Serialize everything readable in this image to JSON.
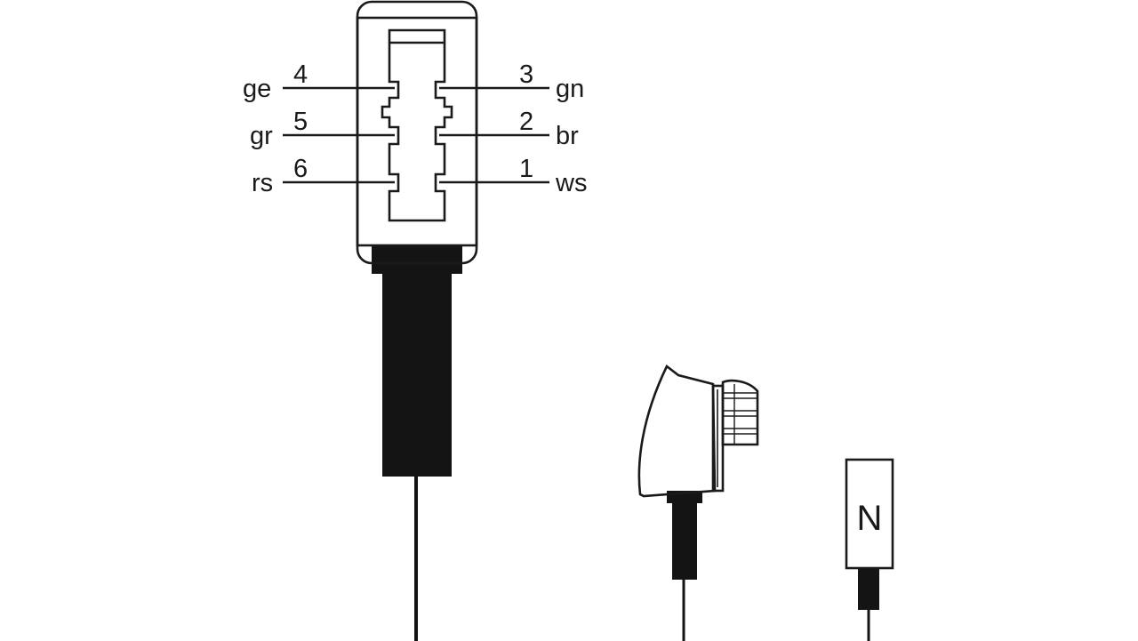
{
  "pins": {
    "left": [
      {
        "color": "ge",
        "number": "4"
      },
      {
        "color": "gr",
        "number": "5"
      },
      {
        "color": "rs",
        "number": "6"
      }
    ],
    "right": [
      {
        "number": "3",
        "color": "gn"
      },
      {
        "number": "2",
        "color": "br"
      },
      {
        "number": "1",
        "color": "ws"
      }
    ]
  },
  "plug_n": {
    "letter": "N"
  },
  "colors": {
    "ink": "#1a1a1a",
    "cable": "#141414",
    "plug_n_fill": "#a8a8a8"
  }
}
